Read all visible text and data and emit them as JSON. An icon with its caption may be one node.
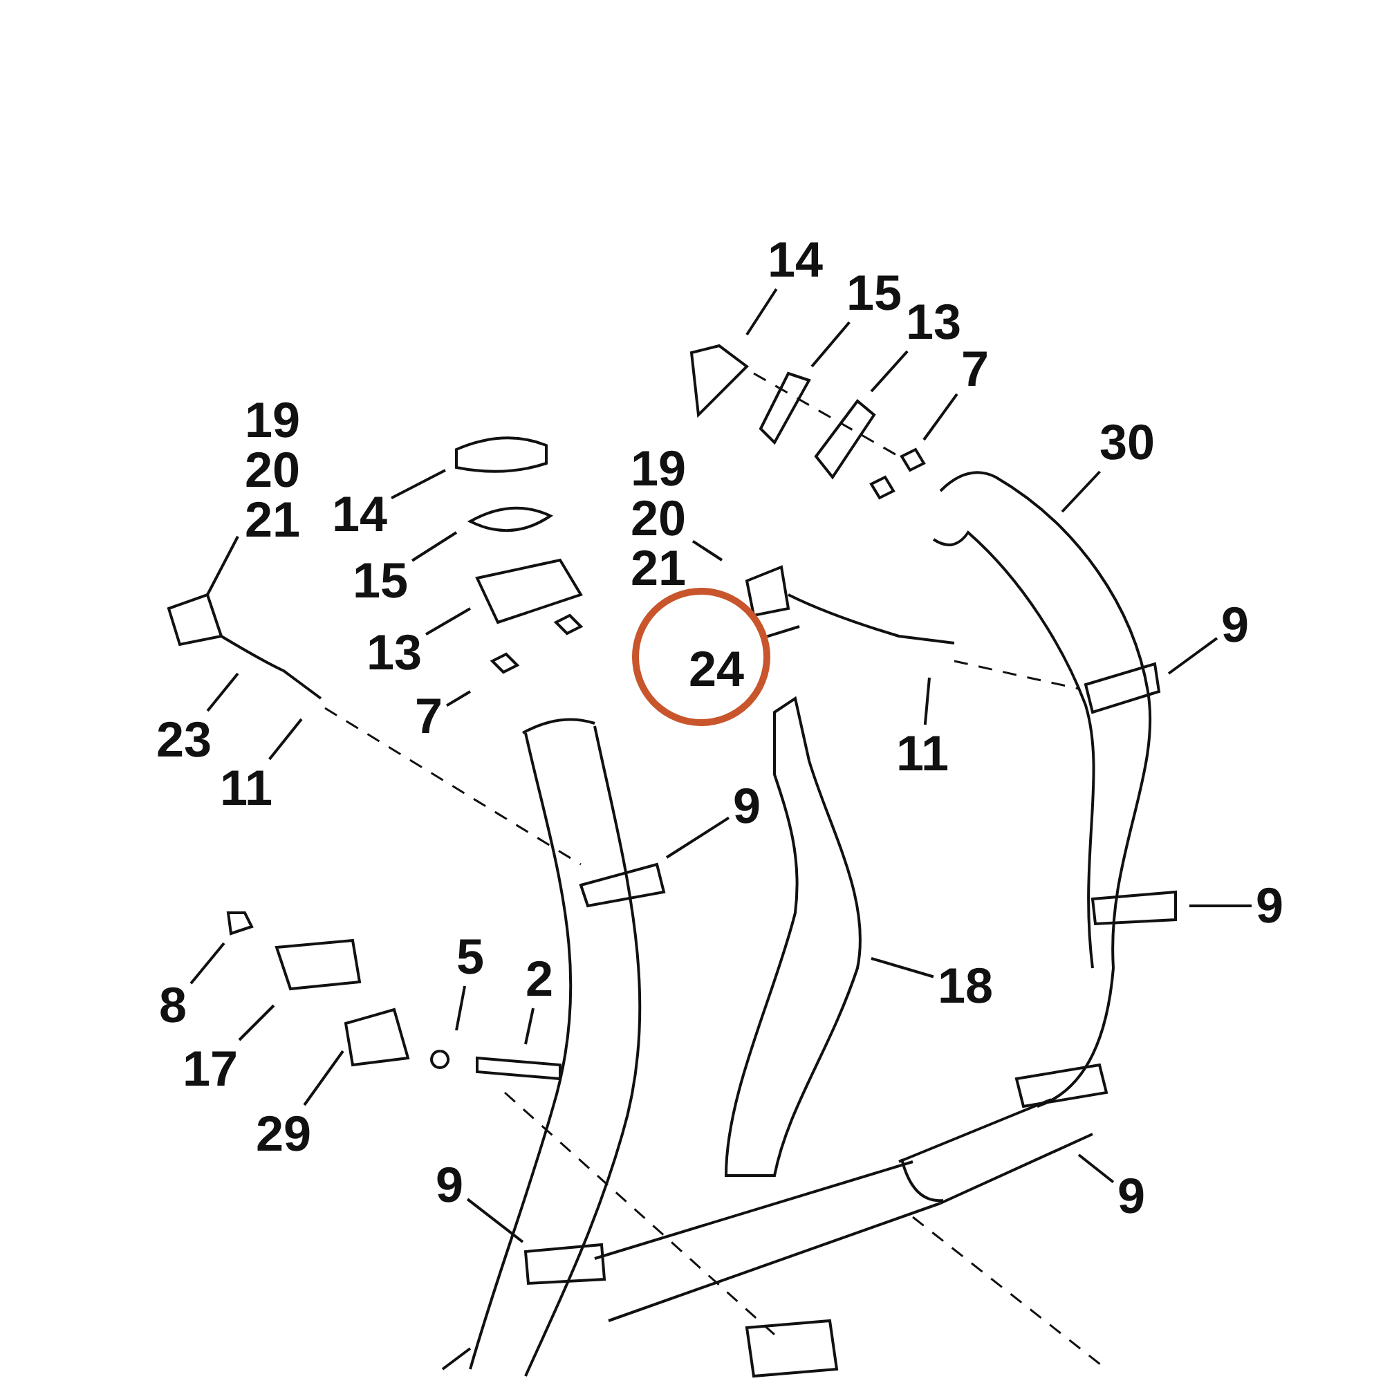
{
  "diagram": {
    "nodes": [
      {
        "text": [
          "19 20 21"
        ]
      },
      {
        "text": [
          "14"
        ]
      },
      {
        "text": [
          "15"
        ]
      },
      {
        "text": [
          "13"
        ]
      },
      {
        "text": [
          "7"
        ]
      },
      {
        "text": [
          "23"
        ]
      },
      {
        "text": [
          "11"
        ]
      },
      {
        "text": [
          "14"
        ]
      },
      {
        "text": [
          "15"
        ]
      },
      {
        "text": [
          "13"
        ]
      },
      {
        "text": [
          "7"
        ]
      },
      {
        "text": [
          "19 20 21"
        ]
      },
      {
        "text": [
          "24"
        ]
      },
      {
        "text": [
          "30"
        ]
      },
      {
        "text": [
          "11"
        ]
      },
      {
        "text": [
          "9"
        ]
      },
      {
        "text": [
          "9"
        ]
      },
      {
        "text": [
          "9"
        ]
      },
      {
        "text": [
          "18"
        ]
      },
      {
        "text": [
          "8"
        ]
      },
      {
        "text": [
          "5"
        ]
      },
      {
        "text": [
          "2"
        ]
      },
      {
        "text": [
          "17"
        ]
      },
      {
        "text": [
          "29"
        ]
      },
      {
        "text": [
          "9"
        ]
      },
      {
        "text": [
          "9"
        ]
      }
    ],
    "edges": [
      {
        "from": 0,
        "to": null,
        "arrow": "none"
      },
      {
        "from": 1,
        "to": null,
        "arrow": "none"
      },
      {
        "from": 2,
        "to": null,
        "arrow": "none"
      },
      {
        "from": 3,
        "to": null,
        "arrow": "none"
      },
      {
        "from": 4,
        "to": null,
        "arrow": "none"
      },
      {
        "from": 5,
        "to": null,
        "arrow": "none"
      },
      {
        "from": 6,
        "to": null,
        "arrow": "none"
      },
      {
        "from": 7,
        "to": null,
        "arrow": "none"
      },
      {
        "from": 8,
        "to": null,
        "arrow": "none"
      },
      {
        "from": 9,
        "to": null,
        "arrow": "none"
      },
      {
        "from": 10,
        "to": null,
        "arrow": "none"
      },
      {
        "from": 11,
        "to": null,
        "arrow": "none"
      },
      {
        "from": 12,
        "to": null,
        "arrow": "none"
      },
      {
        "from": 13,
        "to": null,
        "arrow": "none"
      },
      {
        "from": 14,
        "to": null,
        "arrow": "none"
      },
      {
        "from": 15,
        "to": null,
        "arrow": "none"
      },
      {
        "from": 16,
        "to": null,
        "arrow": "none"
      },
      {
        "from": 17,
        "to": null,
        "arrow": "none"
      },
      {
        "from": 18,
        "to": null,
        "arrow": "none"
      },
      {
        "from": 19,
        "to": null,
        "arrow": "none"
      },
      {
        "from": 20,
        "to": null,
        "arrow": "none"
      },
      {
        "from": 21,
        "to": null,
        "arrow": "none"
      },
      {
        "from": 22,
        "to": null,
        "arrow": "none"
      },
      {
        "from": 23,
        "to": null,
        "arrow": "none"
      },
      {
        "from": 24,
        "to": null,
        "arrow": "none"
      },
      {
        "from": 25,
        "to": null,
        "arrow": "none"
      }
    ]
  }
}
